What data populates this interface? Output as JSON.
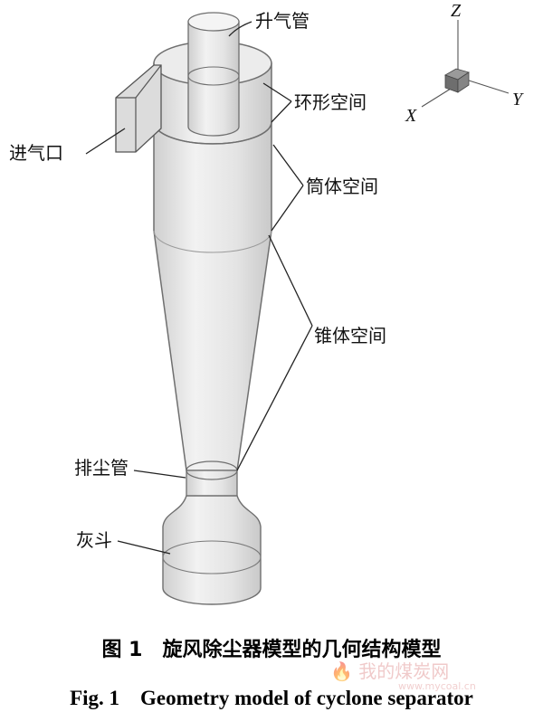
{
  "labels": {
    "riser_pipe": "升气管",
    "annular_space": "环形空间",
    "inlet": "进气口",
    "cylinder_space": "筒体空间",
    "cone_space": "锥体空间",
    "dust_outlet_pipe": "排尘管",
    "ash_hopper": "灰斗"
  },
  "axes": {
    "z": "Z",
    "y": "Y",
    "x": "X"
  },
  "caption": {
    "cn": "图 1　旋风除尘器模型的几何结构模型",
    "en": "Fig. 1　Geometry model of cyclone separator"
  },
  "watermark": {
    "text": "我的煤炭网",
    "sub": "www.mycoal.cn"
  },
  "colors": {
    "body_fill": "#e6e6e6",
    "outline": "#6f6f6f",
    "leader": "#222222"
  }
}
